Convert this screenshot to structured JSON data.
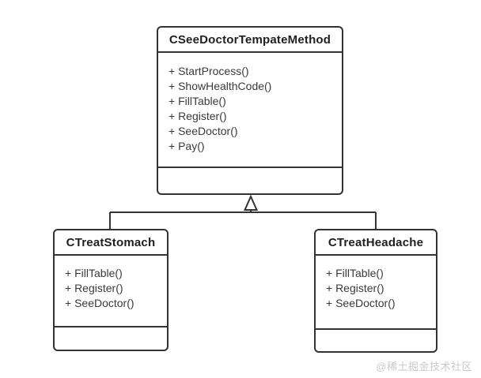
{
  "diagram": {
    "type": "uml-class-diagram",
    "classes": [
      {
        "name": "CSeeDoctorTempateMethod",
        "methods": [
          "+ StartProcess()",
          "+ ShowHealthCode()",
          "+ FillTable()",
          "+ Register()",
          "+ SeeDoctor()",
          "+ Pay()"
        ]
      },
      {
        "name": "CTreatStomach",
        "methods": [
          "+ FillTable()",
          "+ Register()",
          "+ SeeDoctor()"
        ]
      },
      {
        "name": "CTreatHeadache",
        "methods": [
          "+ FillTable()",
          "+ Register()",
          "+ SeeDoctor()"
        ]
      }
    ],
    "relationships": [
      {
        "type": "inheritance",
        "from": "CTreatStomach",
        "to": "CSeeDoctorTempateMethod"
      },
      {
        "type": "inheritance",
        "from": "CTreatHeadache",
        "to": "CSeeDoctorTempateMethod"
      }
    ],
    "colors": {
      "line": "#333333",
      "title_text": "#1f1f1f",
      "method_text": "#3a3a3a",
      "background": "#ffffff",
      "watermark": "#c9c9c9"
    }
  },
  "watermark": "@稀土掘金技术社区"
}
